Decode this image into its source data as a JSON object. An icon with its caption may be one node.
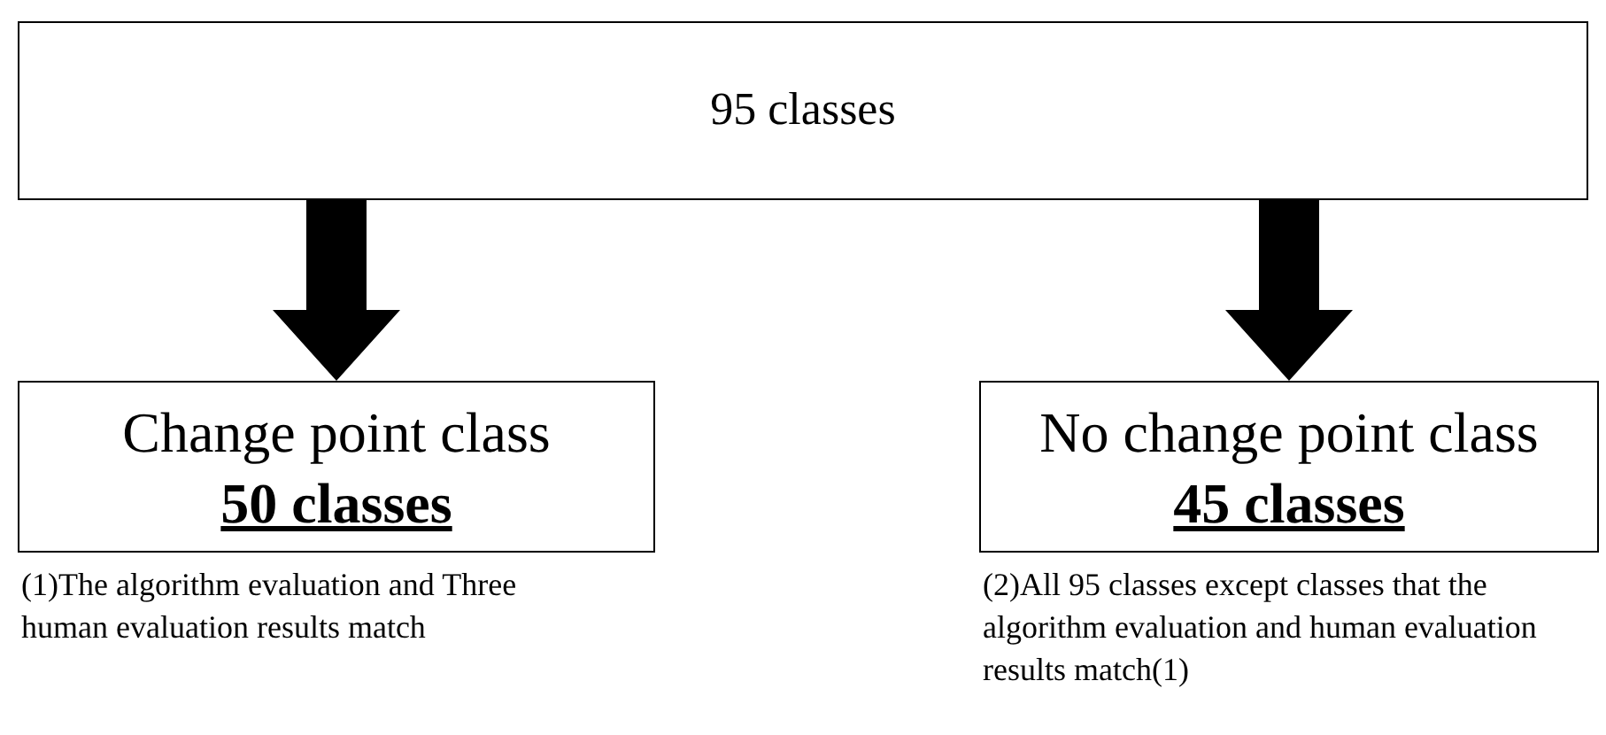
{
  "diagram": {
    "nodes": [
      {
        "text": [
          "95 classes"
        ]
      },
      {
        "text": [
          "Change point class",
          "50 classes"
        ],
        "beside": [
          "(1)The algorithm evaluation and Three human evaluation results match"
        ]
      },
      {
        "text": [
          "No change point class",
          "45 classes"
        ],
        "beside": [
          "(2)All 95 classes except classes that the algorithm evaluation and human evaluation results match(1)"
        ]
      }
    ],
    "edges": [
      {
        "from": 0,
        "to": 1,
        "arrow": "to",
        "style": "thick"
      },
      {
        "from": 0,
        "to": 2,
        "arrow": "to",
        "style": "thick"
      }
    ]
  }
}
